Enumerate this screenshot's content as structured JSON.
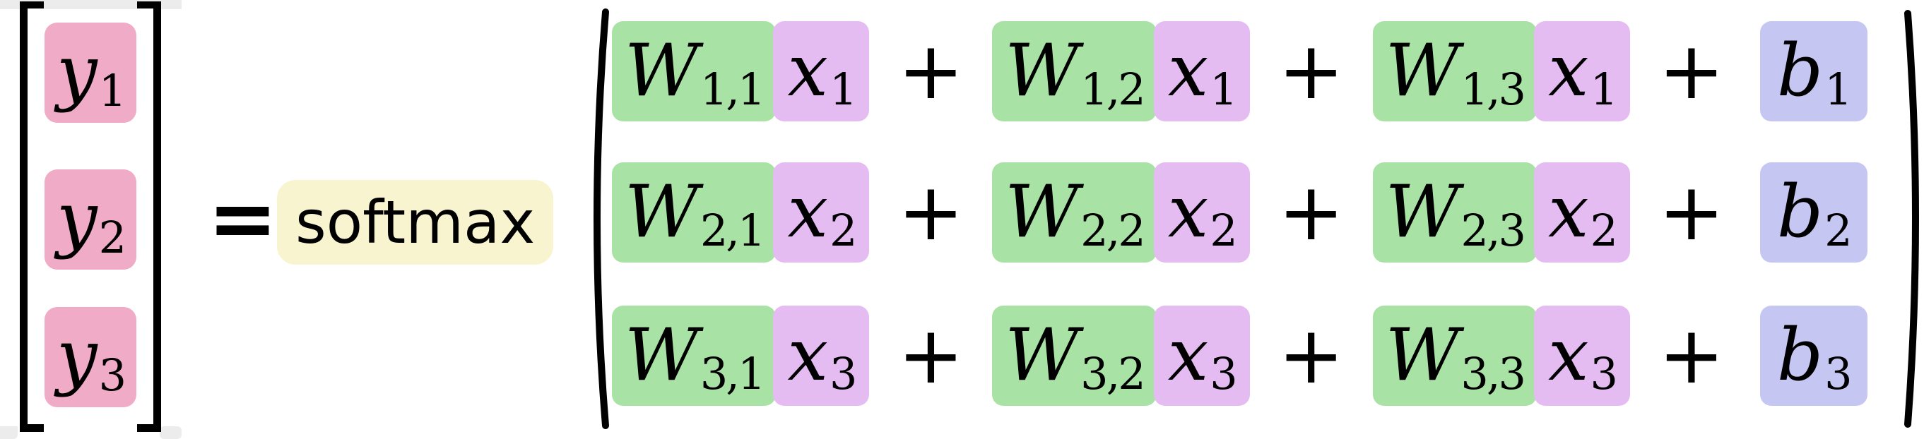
{
  "colors": {
    "y-highlight": "#f0abc6",
    "w-highlight": "#a8e2a4",
    "x-highlight": "#e4bcf2",
    "b-highlight": "#c6c6f2",
    "fn-highlight": "#f9f4d0",
    "page-gray": "#ececec",
    "ink": "#000000"
  },
  "vector": {
    "entries": [
      {
        "base": "y",
        "sub": "1"
      },
      {
        "base": "y",
        "sub": "2"
      },
      {
        "base": "y",
        "sub": "3"
      }
    ]
  },
  "operators": {
    "equals": "=",
    "plus": "+"
  },
  "function": {
    "label": "softmax"
  },
  "matrix": {
    "rows": [
      {
        "terms": [
          {
            "w": "W",
            "w_sub": "1,1",
            "x": "x",
            "x_sub": "1"
          },
          {
            "w": "W",
            "w_sub": "1,2",
            "x": "x",
            "x_sub": "1"
          },
          {
            "w": "W",
            "w_sub": "1,3",
            "x": "x",
            "x_sub": "1"
          }
        ],
        "bias": {
          "base": "b",
          "sub": "1"
        }
      },
      {
        "terms": [
          {
            "w": "W",
            "w_sub": "2,1",
            "x": "x",
            "x_sub": "2"
          },
          {
            "w": "W",
            "w_sub": "2,2",
            "x": "x",
            "x_sub": "2"
          },
          {
            "w": "W",
            "w_sub": "2,3",
            "x": "x",
            "x_sub": "2"
          }
        ],
        "bias": {
          "base": "b",
          "sub": "2"
        }
      },
      {
        "terms": [
          {
            "w": "W",
            "w_sub": "3,1",
            "x": "x",
            "x_sub": "3"
          },
          {
            "w": "W",
            "w_sub": "3,2",
            "x": "x",
            "x_sub": "3"
          },
          {
            "w": "W",
            "w_sub": "3,3",
            "x": "x",
            "x_sub": "3"
          }
        ],
        "bias": {
          "base": "b",
          "sub": "3"
        }
      }
    ]
  }
}
